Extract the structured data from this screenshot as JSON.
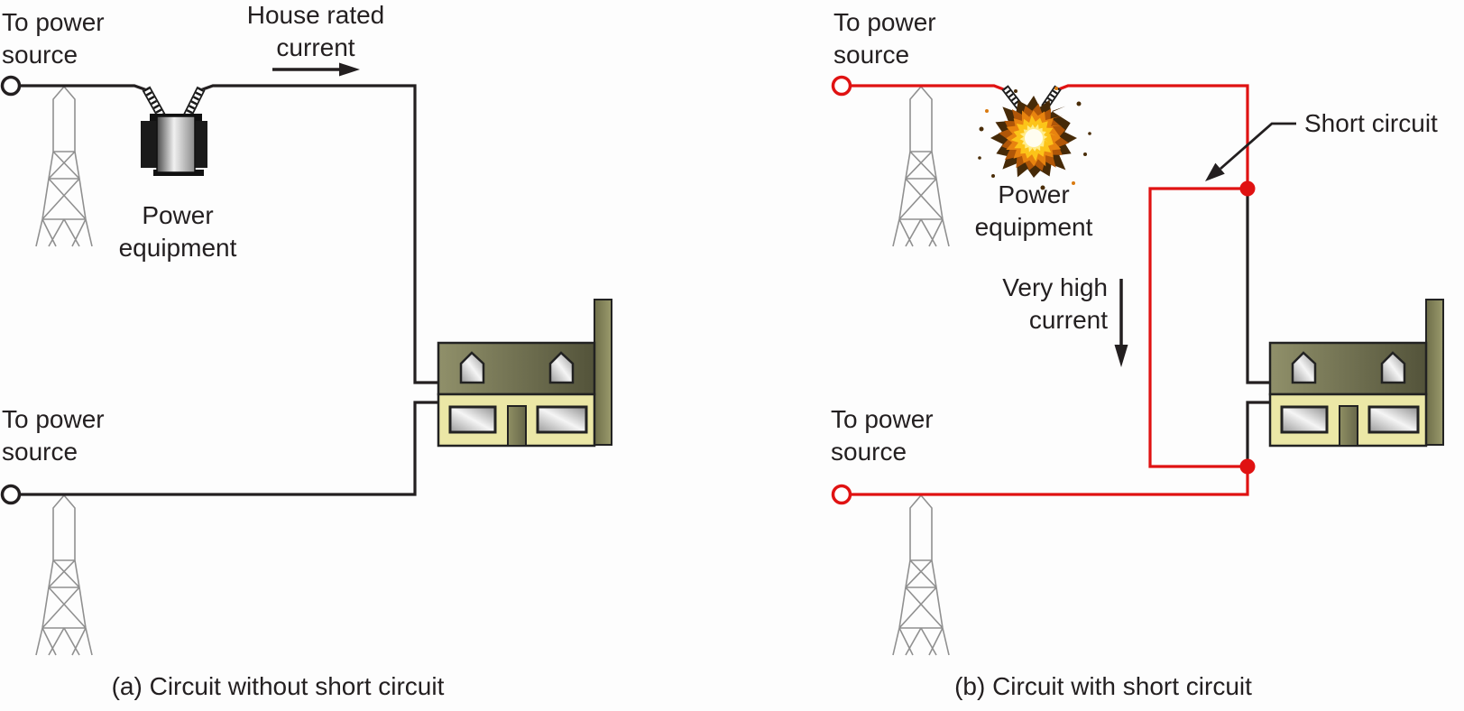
{
  "figure_title": "Circuit with and without short circuit diagram",
  "panel_a": {
    "source_top": [
      "To power",
      "source"
    ],
    "source_bottom": [
      "To power",
      "source"
    ],
    "current_label": [
      "House rated",
      "current"
    ],
    "equipment_label": [
      "Power",
      "equipment"
    ],
    "caption": "(a) Circuit without short circuit"
  },
  "panel_b": {
    "source_top": [
      "To power",
      "source"
    ],
    "source_bottom": [
      "To power",
      "source"
    ],
    "current_label": [
      "Very high",
      "current"
    ],
    "equipment_label": [
      "Power",
      "equipment"
    ],
    "short_circuit_label": "Short circuit",
    "caption": "(b) Circuit with short circuit"
  },
  "colors": {
    "wire": "#231f20",
    "short_circuit_wire": "#e01212",
    "junction_dot": "#e01212",
    "text": "#231f20",
    "tower_outline": "#909090",
    "house_roof_light": "#90906a",
    "house_roof_dark": "#53533a",
    "house_wall": "#ebe7a6",
    "window_metal_light": "#f4f4f4",
    "window_metal_dark": "#8f8f8f",
    "explosion_edge": "#462a08",
    "explosion_mid": "#e8830f",
    "explosion_core": "#fff3b0",
    "background": "#fdfdfd"
  },
  "icons": {
    "transmission-tower-icon": "gray lattice power pylon",
    "transformer-icon": "black transformer with striped insulator bushings",
    "explosion-icon": "orange-yellow fireball burst",
    "house-icon": "two-story house with chimney, dormers, windows, door",
    "terminal-icon": "open circle wire terminal",
    "junction-dot-icon": "filled red junction dot",
    "current-arrow-right-icon": "→",
    "current-arrow-down-icon": "↓",
    "short-circuit-leader-icon": "bent leader line with arrowhead"
  }
}
